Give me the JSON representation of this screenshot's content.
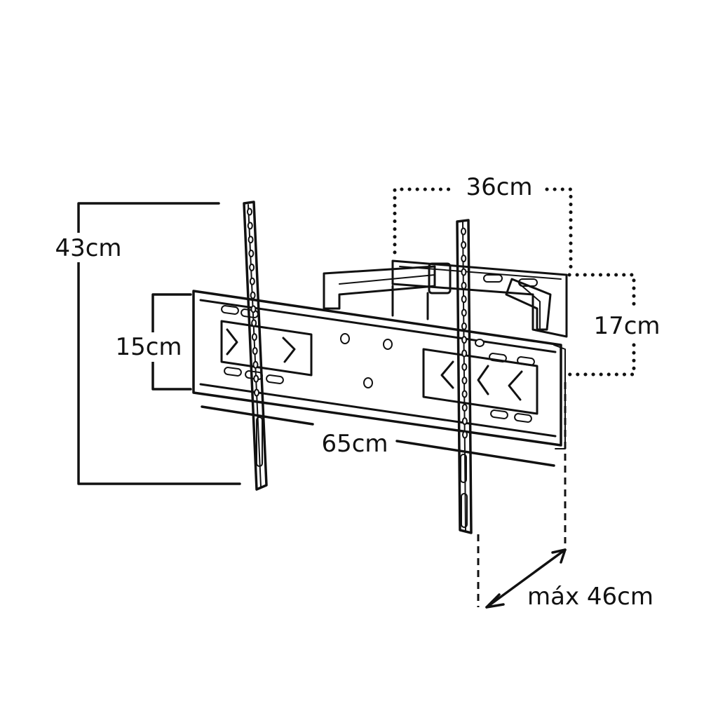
{
  "dimensions": {
    "total_height": "43cm",
    "plate_height": "15cm",
    "total_width": "65cm",
    "arm_width": "36cm",
    "arm_depth": "17cm",
    "max_extension": "máx 46cm"
  },
  "colors": {
    "line": "#111111",
    "background": "#ffffff"
  }
}
